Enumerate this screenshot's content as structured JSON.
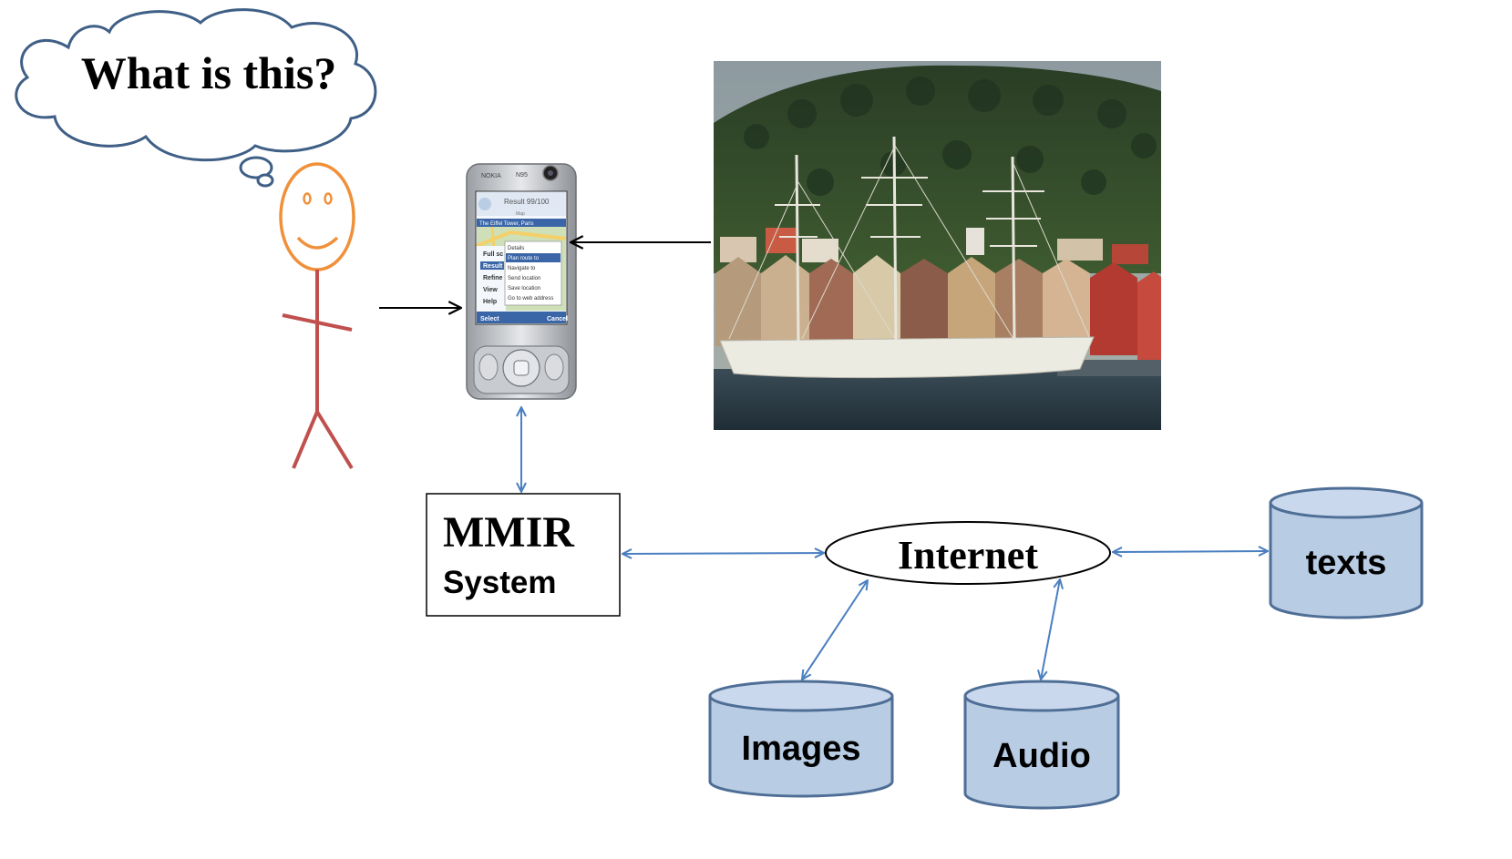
{
  "thought_bubble": {
    "text": "What is this?"
  },
  "phone": {
    "brand": "NOKIA",
    "model": "N95",
    "result_title": "Result 99/100",
    "result_subtitle": "The Eiffel Tower, Paris",
    "map_label": "Map",
    "left_menu": [
      "Full sc",
      "Result",
      "Refine",
      "View",
      "Help"
    ],
    "popup_menu": [
      "Details",
      "Plan route to",
      "Navigate to",
      "Send location",
      "Save location",
      "Go to web address"
    ],
    "softkey_left": "Select",
    "softkey_right": "Cancel"
  },
  "mmir_box": {
    "title": "MMIR",
    "subtitle": "System"
  },
  "internet": {
    "label": "Internet"
  },
  "databases": {
    "texts": "texts",
    "images": "Images",
    "audio": "Audio"
  },
  "colors": {
    "arrow_blue": "#4a7fc1",
    "cylinder_fill": "#b8cce4",
    "cylinder_stroke": "#4f6e96",
    "cloud_stroke": "#3f5f86",
    "stick_head": "#f0903a",
    "stick_body": "#c0504d"
  }
}
